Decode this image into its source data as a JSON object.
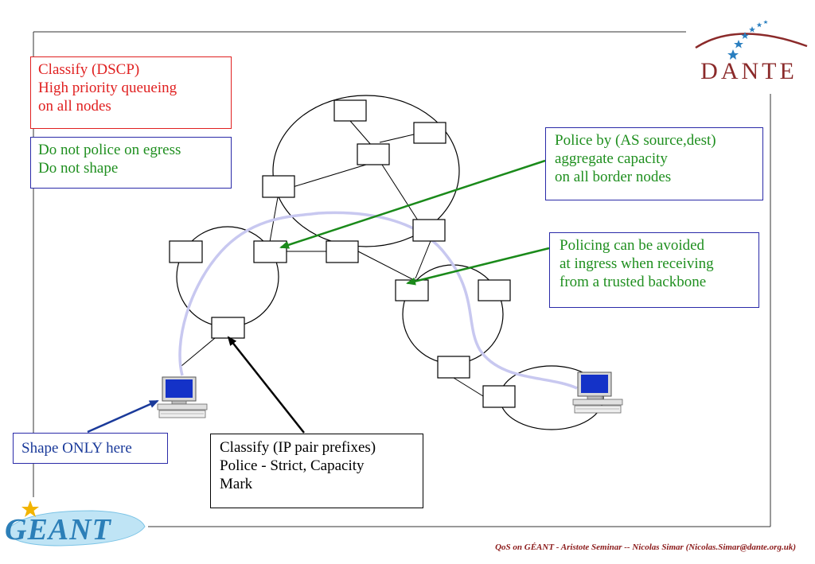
{
  "notes": {
    "classify_dscp": [
      "Classify (DSCP)",
      "High priority queueing",
      "on all nodes"
    ],
    "no_police": [
      "Do not police on egress",
      "Do not shape"
    ],
    "police_as": [
      "Police by (AS source,dest)",
      "aggregate capacity",
      "on all border nodes"
    ],
    "trusted": [
      "Policing can be avoided",
      "at ingress when receiving",
      "from a trusted backbone"
    ],
    "shape": [
      "Shape ONLY here"
    ],
    "classify_ip": [
      "Classify (IP pair prefixes)",
      "Police - Strict, Capacity",
      "Mark"
    ]
  },
  "logos": {
    "dante": "DANTE",
    "geant": "GEANT"
  },
  "footer": "QoS on GÉANT - Aristote Seminar -- Nicolas Simar (Nicolas.Simar@dante.org.uk)",
  "colors": {
    "red_text": "#e02020",
    "green_text": "#1f8f1f",
    "blue_border": "#2a2aa8",
    "path_lavender": "#c8c8f0",
    "arrow_green": "#1a8a1a",
    "arrow_blue": "#1a3a9a",
    "dante_red": "#8b2a2a",
    "geant_blue": "#2c7fb8"
  },
  "icons": [
    "computer-icon",
    "star-icon",
    "stars-arc-icon"
  ]
}
